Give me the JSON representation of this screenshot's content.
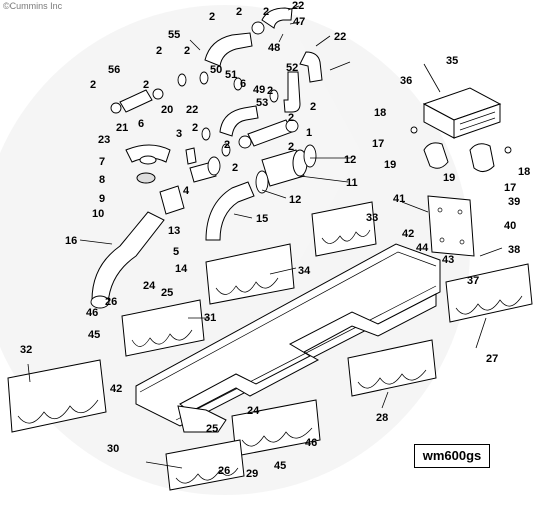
{
  "diagram": {
    "copyright": "©Cummins Inc",
    "figure_id": "wm600gs",
    "labels": [
      {
        "id": "l1",
        "text": "22"
      },
      {
        "id": "l2",
        "text": "47"
      },
      {
        "id": "l3",
        "text": "48"
      },
      {
        "id": "l4",
        "text": "22"
      },
      {
        "id": "l5",
        "text": "2"
      },
      {
        "id": "l6",
        "text": "2"
      },
      {
        "id": "l7",
        "text": "2"
      },
      {
        "id": "l8",
        "text": "55"
      },
      {
        "id": "l9",
        "text": "2"
      },
      {
        "id": "l10",
        "text": "2"
      },
      {
        "id": "l11",
        "text": "50"
      },
      {
        "id": "l12",
        "text": "51"
      },
      {
        "id": "l13",
        "text": "6"
      },
      {
        "id": "l14",
        "text": "49"
      },
      {
        "id": "l15",
        "text": "53"
      },
      {
        "id": "l16",
        "text": "22"
      },
      {
        "id": "l17",
        "text": "52"
      },
      {
        "id": "l18",
        "text": "2"
      },
      {
        "id": "l19",
        "text": "2"
      },
      {
        "id": "l20",
        "text": "2"
      },
      {
        "id": "l21",
        "text": "56"
      },
      {
        "id": "l22",
        "text": "2"
      },
      {
        "id": "l23",
        "text": "2"
      },
      {
        "id": "l24",
        "text": "20"
      },
      {
        "id": "l25",
        "text": "6"
      },
      {
        "id": "l26",
        "text": "21"
      },
      {
        "id": "l27",
        "text": "23"
      },
      {
        "id": "l28",
        "text": "3"
      },
      {
        "id": "l29",
        "text": "2"
      },
      {
        "id": "l30",
        "text": "2"
      },
      {
        "id": "l31",
        "text": "1"
      },
      {
        "id": "l32",
        "text": "2"
      },
      {
        "id": "l33",
        "text": "2"
      },
      {
        "id": "l34",
        "text": "12"
      },
      {
        "id": "l35",
        "text": "11"
      },
      {
        "id": "l36",
        "text": "7"
      },
      {
        "id": "l37",
        "text": "8"
      },
      {
        "id": "l38",
        "text": "4"
      },
      {
        "id": "l39",
        "text": "12"
      },
      {
        "id": "l40",
        "text": "9"
      },
      {
        "id": "l41",
        "text": "10"
      },
      {
        "id": "l42",
        "text": "13"
      },
      {
        "id": "l43",
        "text": "15"
      },
      {
        "id": "l44",
        "text": "16"
      },
      {
        "id": "l45",
        "text": "5"
      },
      {
        "id": "l46",
        "text": "14"
      },
      {
        "id": "l47",
        "text": "35"
      },
      {
        "id": "l48",
        "text": "36"
      },
      {
        "id": "l49",
        "text": "18"
      },
      {
        "id": "l50",
        "text": "17"
      },
      {
        "id": "l51",
        "text": "19"
      },
      {
        "id": "l52",
        "text": "19"
      },
      {
        "id": "l53",
        "text": "17"
      },
      {
        "id": "l54",
        "text": "18"
      },
      {
        "id": "l55",
        "text": "41"
      },
      {
        "id": "l56",
        "text": "39"
      },
      {
        "id": "l57",
        "text": "40"
      },
      {
        "id": "l58",
        "text": "33"
      },
      {
        "id": "l59",
        "text": "42"
      },
      {
        "id": "l60",
        "text": "44"
      },
      {
        "id": "l61",
        "text": "38"
      },
      {
        "id": "l62",
        "text": "43"
      },
      {
        "id": "l63",
        "text": "37"
      },
      {
        "id": "l64",
        "text": "34"
      },
      {
        "id": "l65",
        "text": "24"
      },
      {
        "id": "l66",
        "text": "26"
      },
      {
        "id": "l67",
        "text": "25"
      },
      {
        "id": "l68",
        "text": "46"
      },
      {
        "id": "l69",
        "text": "31"
      },
      {
        "id": "l70",
        "text": "45"
      },
      {
        "id": "l71",
        "text": "32"
      },
      {
        "id": "l72",
        "text": "42"
      },
      {
        "id": "l73",
        "text": "27"
      },
      {
        "id": "l74",
        "text": "28"
      },
      {
        "id": "l75",
        "text": "24"
      },
      {
        "id": "l76",
        "text": "25"
      },
      {
        "id": "l77",
        "text": "46"
      },
      {
        "id": "l78",
        "text": "30"
      },
      {
        "id": "l79",
        "text": "26"
      },
      {
        "id": "l80",
        "text": "29"
      },
      {
        "id": "l81",
        "text": "45"
      }
    ]
  }
}
